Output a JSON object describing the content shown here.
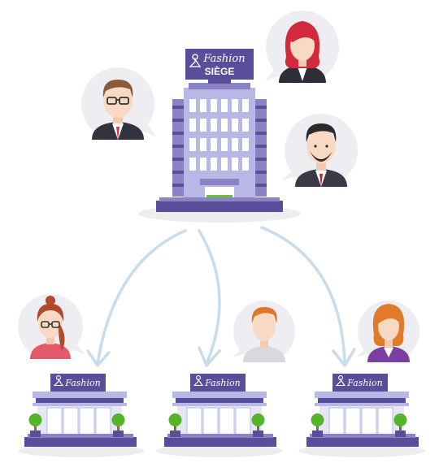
{
  "headquarters": {
    "brand": "Fashion",
    "subtitle": "SIÈGE"
  },
  "stores": [
    {
      "brand": "Fashion"
    },
    {
      "brand": "Fashion"
    },
    {
      "brand": "Fashion"
    }
  ],
  "colors": {
    "building_purple": "#5a4d9a",
    "building_light": "#b8b8e6",
    "window": "#ffffff",
    "door_green": "#6cbf3a",
    "arrow": "#c9dcea",
    "bubble": "#eeeef2",
    "ground_shadow": "#ededed",
    "tree_green": "#55b52a"
  },
  "icons": {
    "hq_people": [
      "man-glasses-icon",
      "woman-red-hair-icon",
      "man-beard-icon"
    ],
    "store_people": [
      "woman-ponytail-icon",
      "man-ginger-icon",
      "woman-orange-hair-icon"
    ],
    "brand_logo": "hanger-logo-icon"
  }
}
